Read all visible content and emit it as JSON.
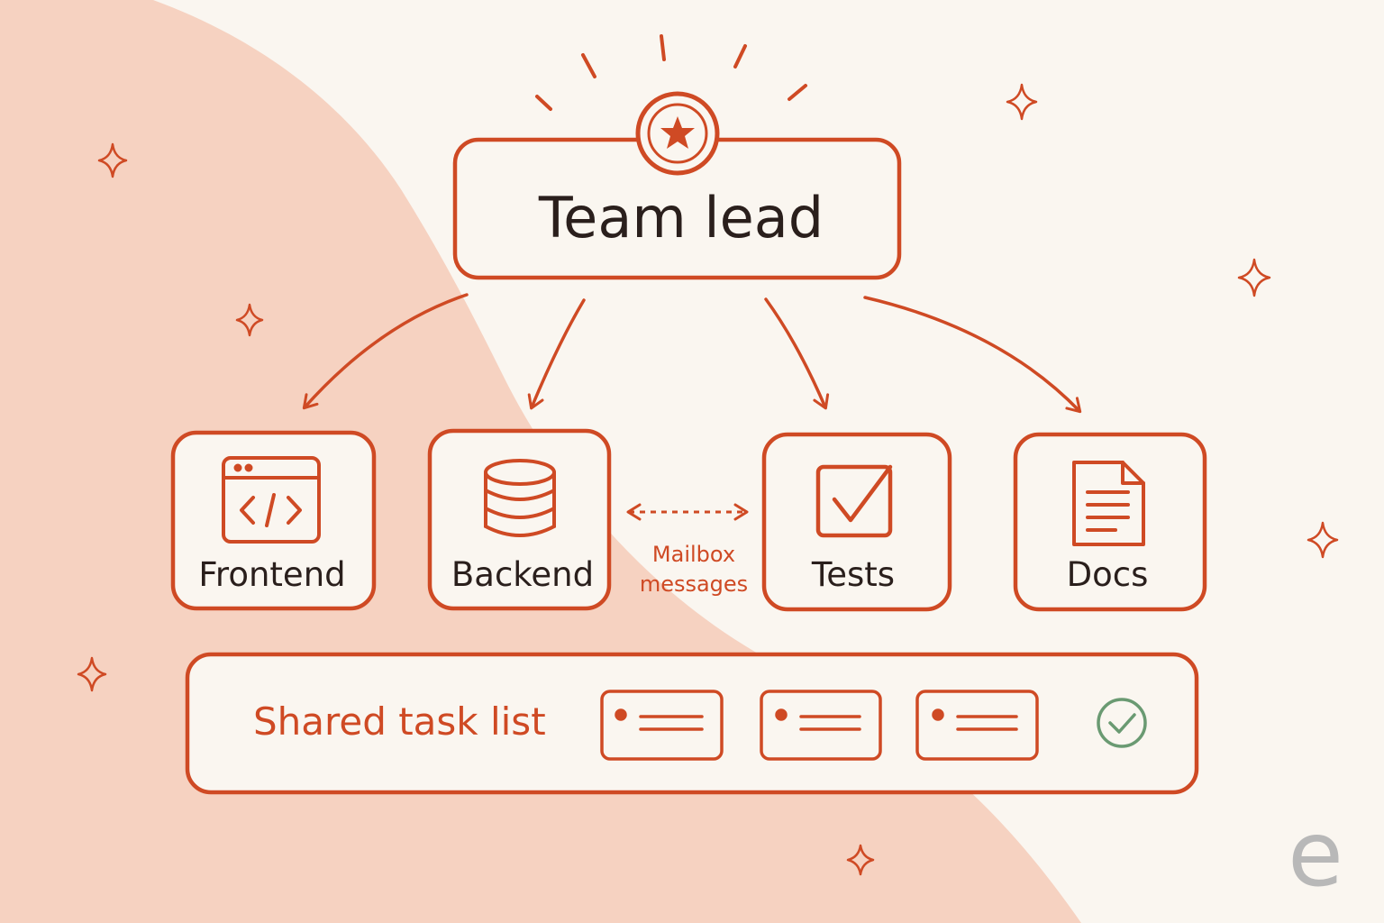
{
  "colors": {
    "background": "#faf6f0",
    "blob": "#f6d2c1",
    "accent": "#cf4a24",
    "ink": "#2a1f1c",
    "check": "#6a9a72",
    "logo": "#b8b8b8"
  },
  "team_lead": {
    "label": "Team lead",
    "icon": "star-badge-icon"
  },
  "agents": [
    {
      "label": "Frontend",
      "icon": "code-window-icon"
    },
    {
      "label": "Backend",
      "icon": "database-icon"
    },
    {
      "label": "Tests",
      "icon": "checkbox-icon"
    },
    {
      "label": "Docs",
      "icon": "document-icon"
    }
  ],
  "mailbox": {
    "line1": "Mailbox",
    "line2": "messages"
  },
  "task_list": {
    "label": "Shared task list",
    "cards": 3,
    "done_icon": "check-circle-icon"
  },
  "logo": {
    "text": "e"
  }
}
